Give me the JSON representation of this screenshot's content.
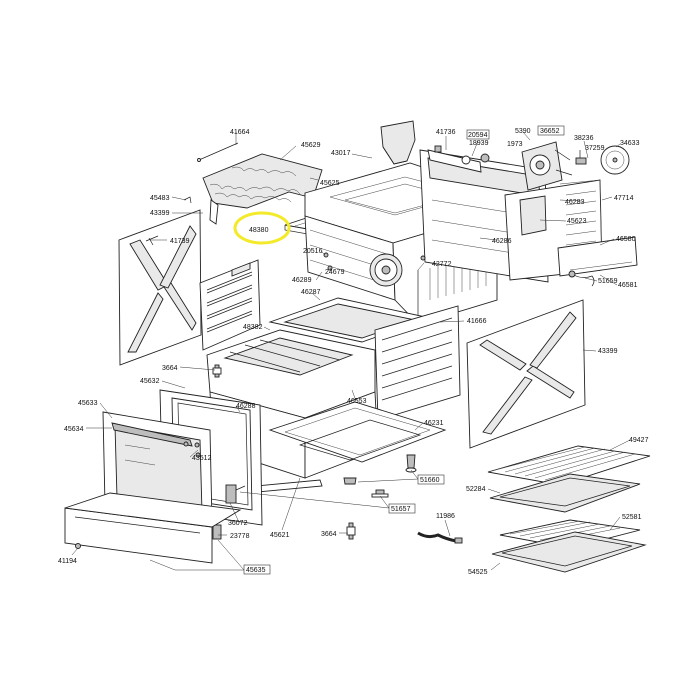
{
  "parts": {
    "p41664": "41664",
    "p45629": "45629",
    "p43017": "43017",
    "p41736": "41736",
    "p20594": "20594",
    "p18939": "18939",
    "p5390": "5390",
    "p36652": "36652",
    "p38236": "38236",
    "p1973": "1973",
    "p37259": "37259",
    "p34633": "34633",
    "p45625": "45625",
    "p45483": "45483",
    "p43399a": "43399",
    "p47714": "47714",
    "p46283": "46283",
    "p48380": "48380",
    "p41739": "41739",
    "p45623": "45623",
    "p46286": "46286",
    "p46580": "46580",
    "p20516": "20516",
    "p42772": "42772",
    "p24679": "24679",
    "p46289": "46289",
    "p46581": "46581",
    "p51659": "51659",
    "p46287": "46287",
    "p41666": "41666",
    "p48382": "48382",
    "p43399b": "43399",
    "p3664a": "3664",
    "p45632": "45632",
    "p46553": "46553",
    "p45633": "45633",
    "p46288": "46288",
    "p46231": "46231",
    "p45634": "45634",
    "p49427": "49427",
    "p43512": "43512",
    "p51660": "51660",
    "p52284": "52284",
    "p51657": "51657",
    "p11986": "11986",
    "p52581": "52581",
    "p36072": "36072",
    "p23778": "23778",
    "p45621": "45621",
    "p3664b": "3664",
    "p41194": "41194",
    "p45635": "45635",
    "p54525": "54525"
  },
  "highlight_color": "#f2ea2a"
}
